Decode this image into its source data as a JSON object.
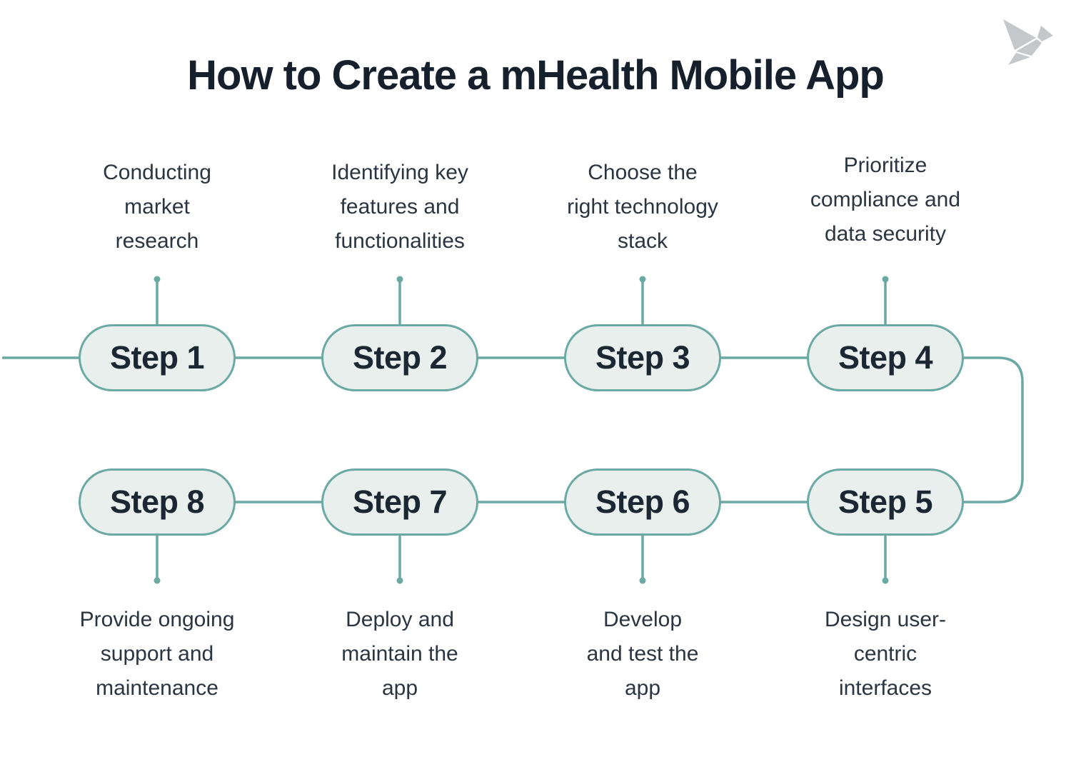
{
  "title": "How to Create a mHealth Mobile App",
  "logo": {
    "name": "origami-bird-logo"
  },
  "colors": {
    "accent_teal": "#6BA9A4",
    "pill_fill": "#E8EFED",
    "title_text": "#15202C",
    "step_label_text": "#1B2733",
    "description_text": "#2B3541",
    "logo_gray": "#C5C8CA"
  },
  "steps": [
    {
      "label": "Step 1",
      "description": "Conducting\nmarket\nresearch"
    },
    {
      "label": "Step 2",
      "description": "Identifying key\nfeatures and\nfunctionalities"
    },
    {
      "label": "Step 3",
      "description": "Choose the\nright technology\nstack"
    },
    {
      "label": "Step 4",
      "description": "Prioritize\ncompliance and\ndata security"
    },
    {
      "label": "Step 5",
      "description": "Design user-\ncentric\ninterfaces"
    },
    {
      "label": "Step 6",
      "description": "Develop\nand test the\napp"
    },
    {
      "label": "Step 7",
      "description": "Deploy and\nmaintain the\napp"
    },
    {
      "label": "Step 8",
      "description": "Provide ongoing\nsupport and\nmaintenance"
    }
  ]
}
